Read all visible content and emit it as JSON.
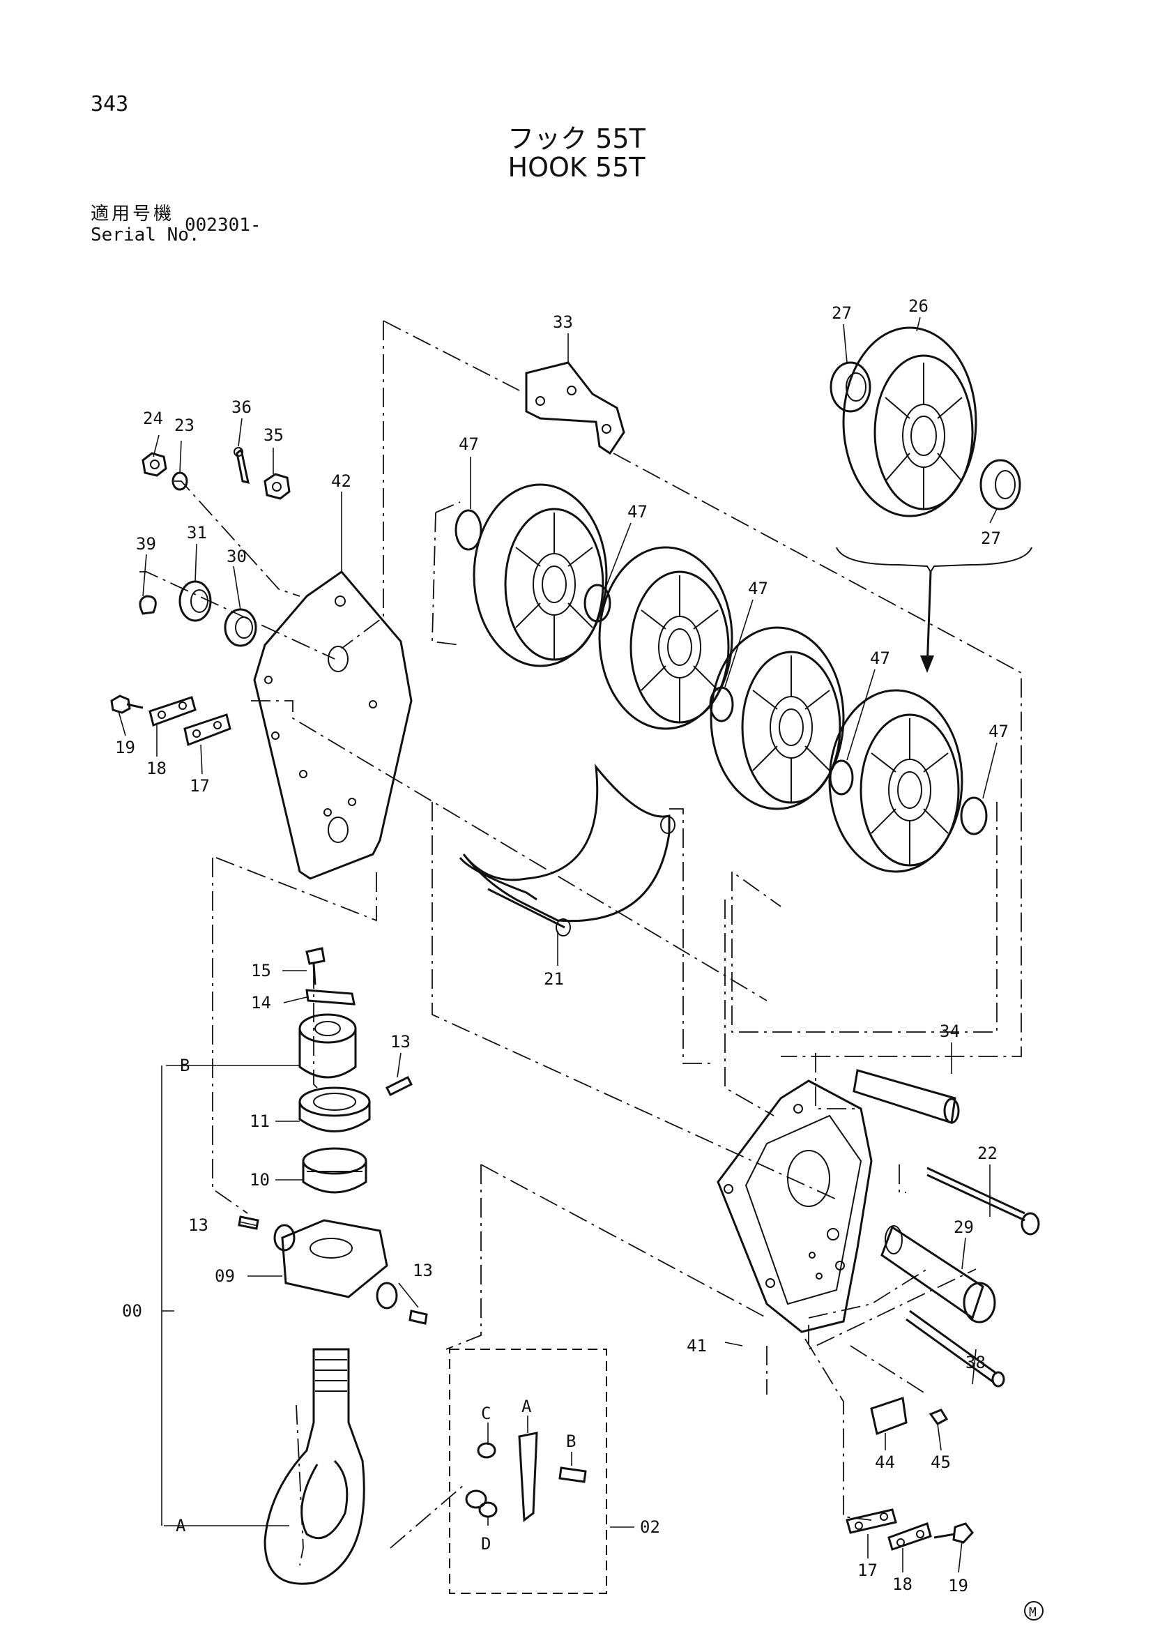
{
  "header": {
    "page_number": "343",
    "title_jp": "フック 55T",
    "title_en": "HOOK 55T",
    "serial_label_jp": "適用号機",
    "serial_label_en": "Serial No.",
    "serial_value": "002301-"
  },
  "labels": {
    "p00": "00",
    "p02": "02",
    "p09": "09",
    "p10": "10",
    "p11": "11",
    "p13a": "13",
    "p13b": "13",
    "p13c": "13",
    "p14": "14",
    "p15": "15",
    "p17a": "17",
    "p17b": "17",
    "p18a": "18",
    "p18b": "18",
    "p19a": "19",
    "p19b": "19",
    "p21": "21",
    "p22": "22",
    "p23": "23",
    "p24": "24",
    "p26": "26",
    "p27a": "27",
    "p27b": "27",
    "p29": "29",
    "p30": "30",
    "p31": "31",
    "p33": "33",
    "p34": "34",
    "p35": "35",
    "p36": "36",
    "p38": "38",
    "p39": "39",
    "p41": "41",
    "p42": "42",
    "p44": "44",
    "p45": "45",
    "p47a": "47",
    "p47b": "47",
    "p47c": "47",
    "p47d": "47",
    "p47e": "47",
    "refA1": "A",
    "refB1": "B",
    "refA2": "A",
    "refB2": "B",
    "refC": "C",
    "refD": "D"
  },
  "footer": {
    "mark": "M"
  }
}
